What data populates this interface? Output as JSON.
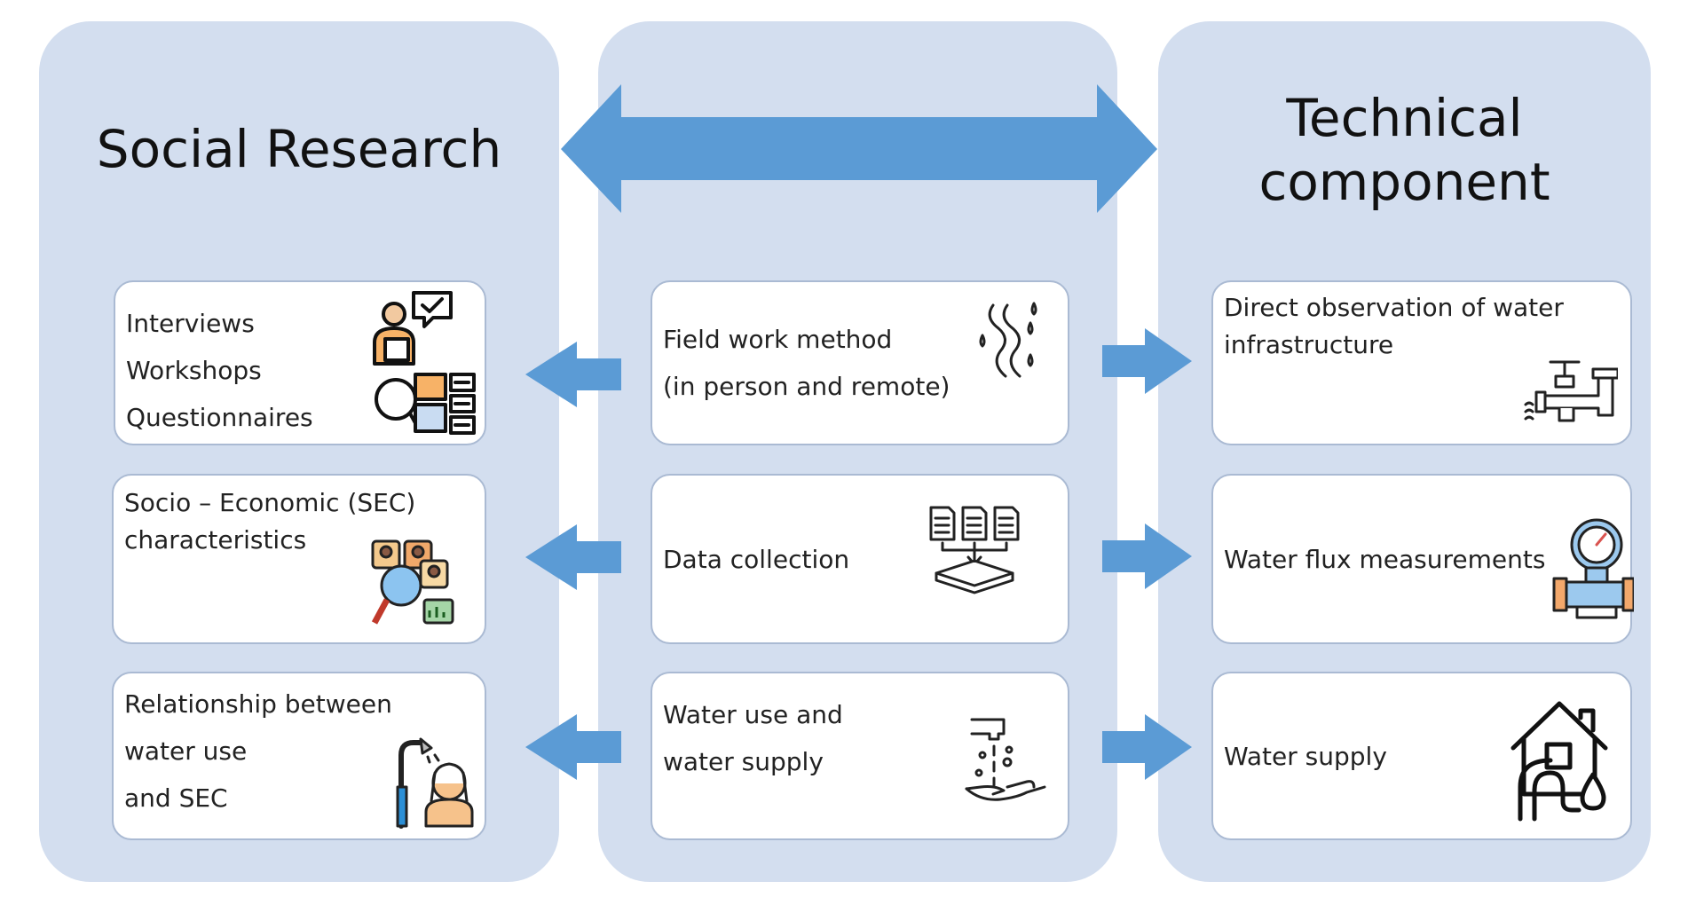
{
  "left_column": {
    "title": "Social Research",
    "cards": [
      {
        "lines": [
          "Interviews",
          "Workshops",
          "Questionnaires"
        ],
        "icon": "interview-questionnaire-icon"
      },
      {
        "lines": [
          "Socio – Economic (SEC)",
          "characteristics"
        ],
        "icon": "socio-economic-analysis-icon"
      },
      {
        "lines": [
          "Relationship between",
          "water use",
          "and SEC"
        ],
        "icon": "shower-person-icon"
      }
    ]
  },
  "center_column": {
    "cards": [
      {
        "lines": [
          "Field work method",
          "(in person and remote)"
        ],
        "icon": "field-path-icon"
      },
      {
        "lines": [
          "Data collection"
        ],
        "icon": "data-collection-icon"
      },
      {
        "lines": [
          "Water use and",
          "water supply"
        ],
        "icon": "hand-washing-icon"
      }
    ]
  },
  "right_column": {
    "title": [
      "Technical",
      "component"
    ],
    "cards": [
      {
        "lines": [
          "Direct observation of water",
          "infrastructure"
        ],
        "icon": "pipe-valve-icon"
      },
      {
        "lines": [
          "Water flux measurements"
        ],
        "icon": "water-meter-icon"
      },
      {
        "lines": [
          "Water supply"
        ],
        "icon": "house-water-supply-icon"
      }
    ]
  },
  "colors": {
    "panel": "#d3deef",
    "arrow": "#5b9bd5",
    "card_border": "#aabad3"
  }
}
